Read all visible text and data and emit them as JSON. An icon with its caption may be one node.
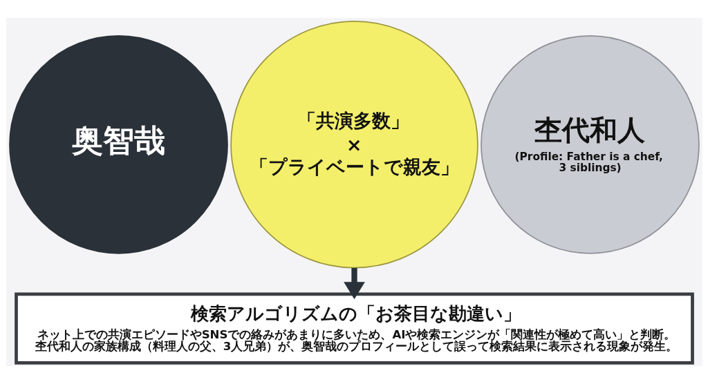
{
  "diagram": {
    "nodes": [
      {
        "text": [
          "奥智哉"
        ]
      },
      {
        "text": [
          "「共演多数」",
          "×",
          "「プライベートで親友」"
        ]
      },
      {
        "text": [
          "杢代和人",
          "(Profile: Father is a chef, 3 siblings)"
        ]
      },
      {
        "text": [
          "検索アルゴリズムの「お茶目な勘違い」",
          "ネット上での共演エピソードやSNSでの絡みがあまりに多いため、AIや検索エンジンが「関連性が極めて高い」と判断。杢代和人の家族構成（料理人の父、3人兄弟）が、奥智哉のプロフィールとして誤って検索結果に表示される現象が発生。"
        ]
      }
    ],
    "edges": [
      {
        "from": 1,
        "to": 3,
        "arrow": "to"
      }
    ]
  }
}
